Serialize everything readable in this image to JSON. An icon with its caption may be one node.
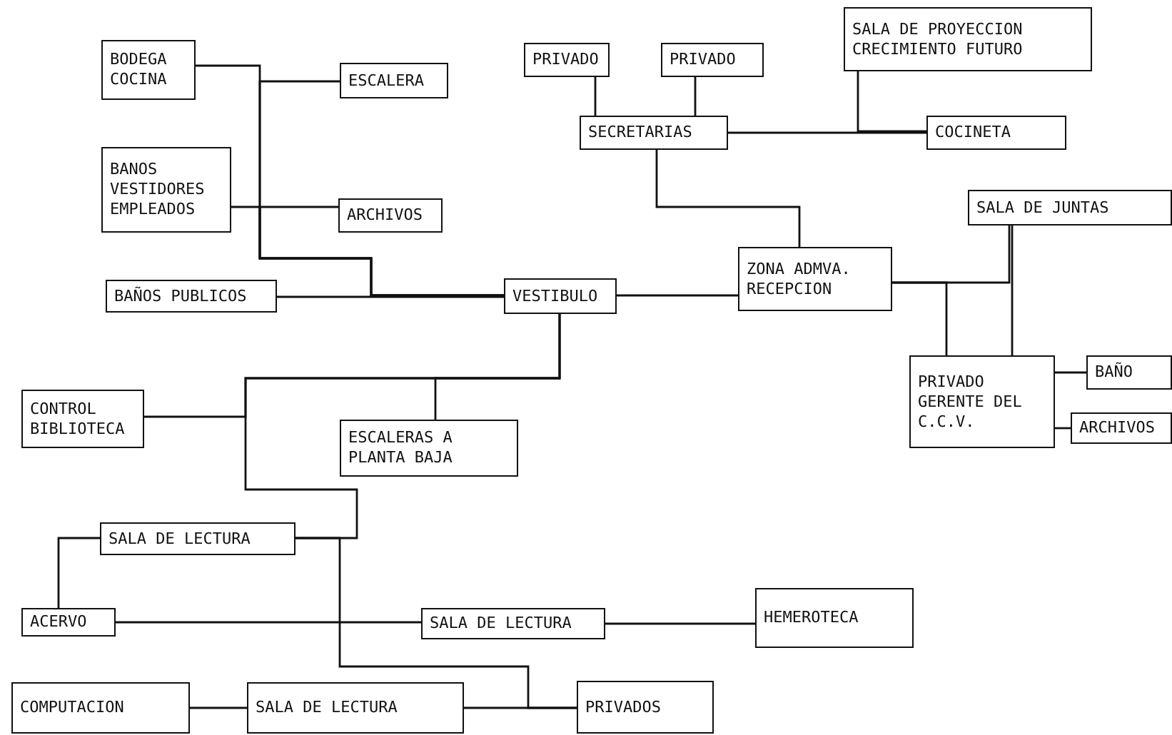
{
  "diagram": {
    "nodes": [
      {
        "text": [
          "BODEGA COCINA"
        ]
      },
      {
        "text": [
          "ESCALERA"
        ]
      },
      {
        "text": [
          "BANOS VESTIDORES EMPLEADOS"
        ]
      },
      {
        "text": [
          "ARCHIVOS"
        ]
      },
      {
        "text": [
          "BAÑOS PUBLICOS"
        ]
      },
      {
        "text": [
          "VESTIBULO"
        ]
      },
      {
        "text": [
          "PRIVADO"
        ]
      },
      {
        "text": [
          "PRIVADO"
        ]
      },
      {
        "text": [
          "SALA DE PROYECCION CRECIMIENTO FUTURO"
        ]
      },
      {
        "text": [
          "SECRETARIAS"
        ]
      },
      {
        "text": [
          "COCINETA"
        ]
      },
      {
        "text": [
          "ZONA ADMVA. RECEPCION"
        ]
      },
      {
        "text": [
          "SALA DE JUNTAS"
        ]
      },
      {
        "text": [
          "PRIVADO GERENTE DEL C.C.V."
        ]
      },
      {
        "text": [
          "BAÑO"
        ]
      },
      {
        "text": [
          "ARCHIVOS"
        ]
      },
      {
        "text": [
          "CONTROL BIBLIOTECA"
        ]
      },
      {
        "text": [
          "ESCALERAS A PLANTA BAJA"
        ]
      },
      {
        "text": [
          "SALA DE LECTURA"
        ]
      },
      {
        "text": [
          "ACERVO"
        ]
      },
      {
        "text": [
          "SALA DE LECTURA"
        ]
      },
      {
        "text": [
          "HEMEROTECA"
        ]
      },
      {
        "text": [
          "COMPUTACION"
        ]
      },
      {
        "text": [
          "SALA DE LECTURA"
        ]
      },
      {
        "text": [
          "PRIVADOS"
        ]
      }
    ],
    "edges": [
      {
        "from": 0,
        "to": 5,
        "arrow": "none"
      },
      {
        "from": 1,
        "to": 5,
        "arrow": "none"
      },
      {
        "from": 2,
        "to": 5,
        "arrow": "none"
      },
      {
        "from": 3,
        "to": 5,
        "arrow": "none"
      },
      {
        "from": 4,
        "to": 5,
        "arrow": "none"
      },
      {
        "from": 5,
        "to": 11,
        "arrow": "none"
      },
      {
        "from": 6,
        "to": 9,
        "arrow": "none"
      },
      {
        "from": 7,
        "to": 9,
        "arrow": "none"
      },
      {
        "from": 9,
        "to": 10,
        "arrow": "none"
      },
      {
        "from": 8,
        "to": 10,
        "arrow": "none"
      },
      {
        "from": 9,
        "to": 11,
        "arrow": "none"
      },
      {
        "from": 11,
        "to": 12,
        "arrow": "none"
      },
      {
        "from": 11,
        "to": 13,
        "arrow": "none"
      },
      {
        "from": 12,
        "to": 13,
        "arrow": "none"
      },
      {
        "from": 13,
        "to": 14,
        "arrow": "none"
      },
      {
        "from": 13,
        "to": 15,
        "arrow": "none"
      },
      {
        "from": 5,
        "to": 16,
        "arrow": "none"
      },
      {
        "from": 5,
        "to": 17,
        "arrow": "none"
      },
      {
        "from": 5,
        "to": 18,
        "arrow": "none"
      },
      {
        "from": 19,
        "to": 18,
        "arrow": "none"
      },
      {
        "from": 18,
        "to": 24,
        "arrow": "none"
      },
      {
        "from": 19,
        "to": 20,
        "arrow": "none"
      },
      {
        "from": 20,
        "to": 21,
        "arrow": "none"
      },
      {
        "from": 22,
        "to": 23,
        "arrow": "none"
      },
      {
        "from": 23,
        "to": 24,
        "arrow": "none"
      }
    ]
  }
}
